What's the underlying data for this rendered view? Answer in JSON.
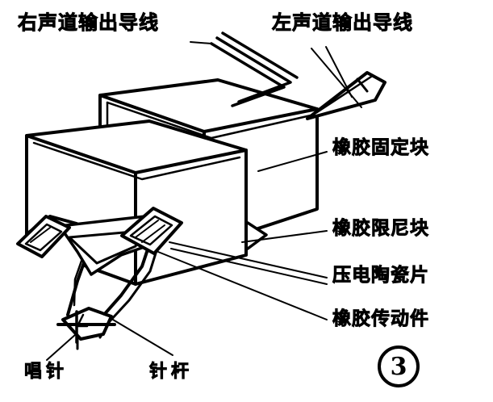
{
  "figure": {
    "number": "3",
    "kind": "line-drawing",
    "subject": "piezoelectric stereo phonograph cartridge cutaway",
    "ink_color": "#000000",
    "paper_color": "#ffffff"
  },
  "labels": {
    "right_channel_wire": "右声道输出导线",
    "left_channel_wire": "左声道输出导线",
    "rubber_fixing_block": "橡胶固定块",
    "rubber_damping_block": "橡胶限尼块",
    "piezo_ceramic_plate": "压电陶瓷片",
    "rubber_drive_part": "橡胶传动件",
    "stylus": "唱针",
    "needle_rod": "针杆"
  }
}
